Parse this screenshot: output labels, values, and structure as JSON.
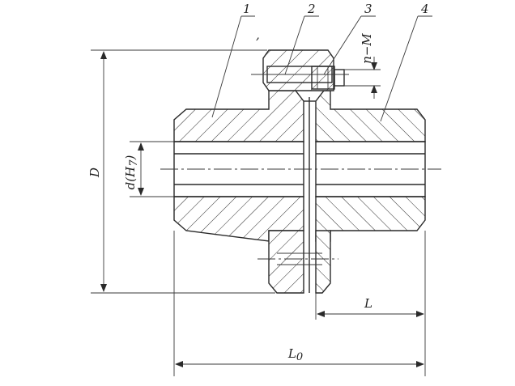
{
  "part_numbers": [
    "1",
    "2",
    "3",
    "4"
  ],
  "dimensions": {
    "bolt_spec": "n−M",
    "outer_diameter": "D",
    "bore": "d(H",
    "bore_fit_sub": "7",
    "bore_close": ")",
    "hub_length": "L",
    "total_length": "L",
    "total_length_sub": "0"
  },
  "marks": {
    "comma": ","
  }
}
